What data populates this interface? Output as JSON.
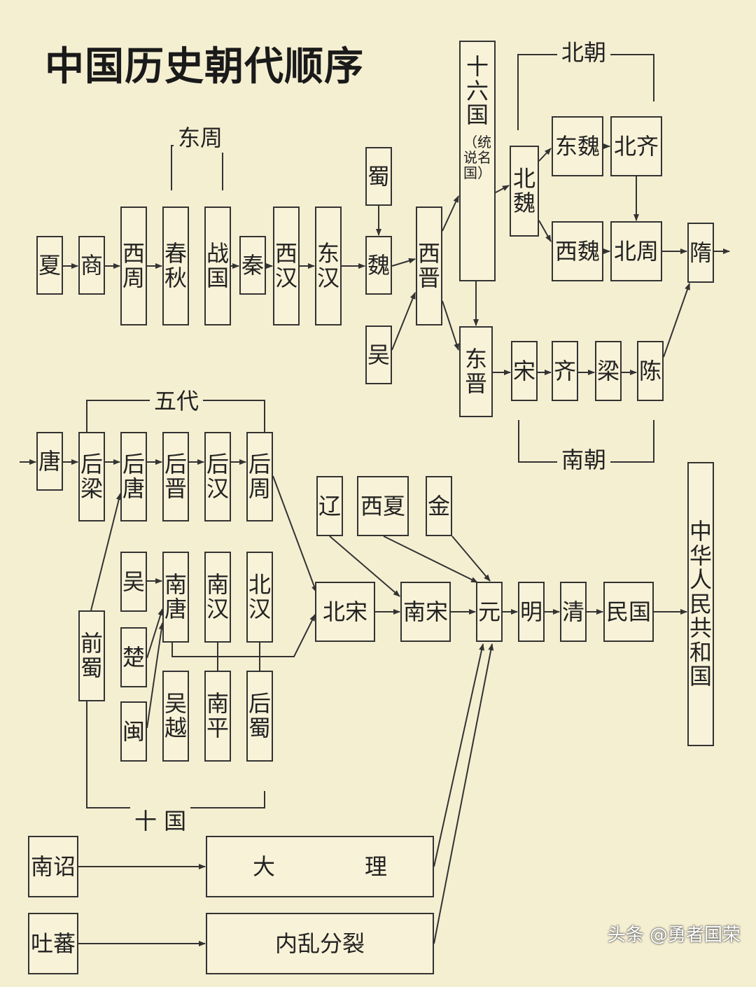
{
  "title": "中国历史朝代顺序",
  "labels": {
    "dongzhou": "东周",
    "beichao": "北朝",
    "nanchao": "南朝",
    "wudai": "五代",
    "shiguo": "十 国"
  },
  "nodes": {
    "xia": "夏",
    "shang": "商",
    "xizhou": "西周",
    "chunqiu": "春秋",
    "zhanguo": "战国",
    "qin": "秦",
    "xihan": "西汉",
    "donghan": "东汉",
    "shu": "蜀",
    "wei": "魏",
    "wu": "吴",
    "xijin": "西晋",
    "shiliuguo": "十六国",
    "shiliuguo_note": "（统说名国）",
    "beiwei": "北魏",
    "dongwei": "东魏",
    "beiqi": "北齐",
    "xiwei": "西魏",
    "beizhou": "北周",
    "sui": "隋",
    "dongjin": "东晋",
    "song": "宋",
    "qi": "齐",
    "liang": "梁",
    "chen": "陈",
    "tang": "唐",
    "houliang": "后梁",
    "houtang": "后唐",
    "houjin": "后晋",
    "houhan": "后汉",
    "houzhou": "后周",
    "qianshu": "前蜀",
    "wu2": "吴",
    "nantang": "南唐",
    "nanhan": "南汉",
    "beihan": "北汉",
    "chu": "楚",
    "min": "闽",
    "wuyue": "吴越",
    "nanping": "南平",
    "houshu": "后蜀",
    "liao": "辽",
    "xixia": "西夏",
    "jin": "金",
    "beisong": "北宋",
    "nansong": "南宋",
    "yuan": "元",
    "ming": "明",
    "qing": "清",
    "minguo": "民国",
    "prc": "中华人民共和国",
    "nanzhao": "南诏",
    "dali": "大　　　　理",
    "tubo": "吐蕃",
    "neiluan": "内乱分裂"
  },
  "watermark": "头条 @勇者国荣"
}
